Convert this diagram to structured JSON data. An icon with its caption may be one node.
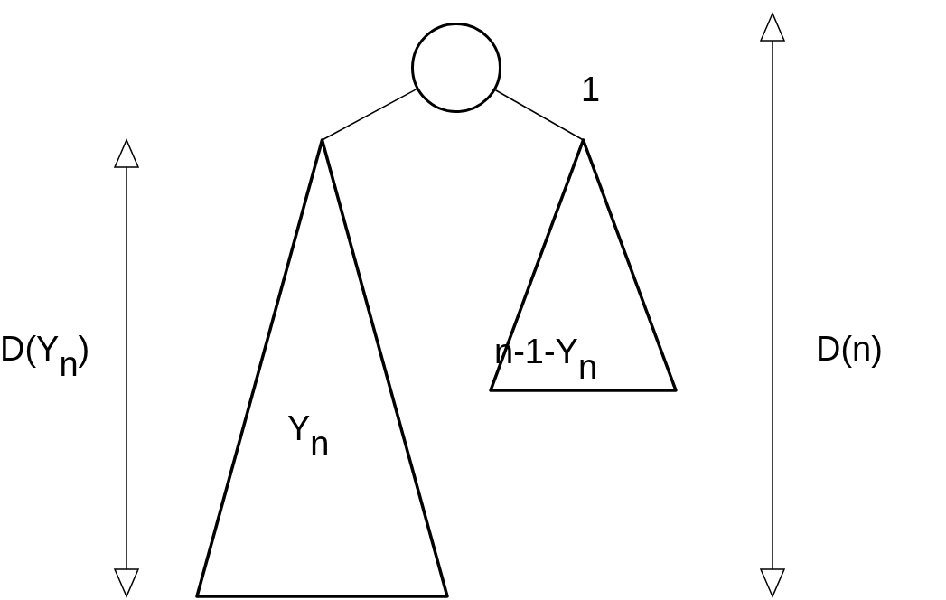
{
  "diagram": {
    "nodes": [
      {
        "text": [],
        "shape": "circle"
      },
      {
        "text": [
          "Y$_{n}$"
        ]
      },
      {
        "text": [
          "n-1-Y$_{n}$"
        ]
      }
    ],
    "edges": [
      {
        "from": 0,
        "to": 1,
        "arrow": "none"
      },
      {
        "from": 0,
        "to": 2,
        "arrow": "none"
      }
    ],
    "labels": [
      "1",
      "D(Y$_{n}$)",
      "D(n)"
    ]
  }
}
